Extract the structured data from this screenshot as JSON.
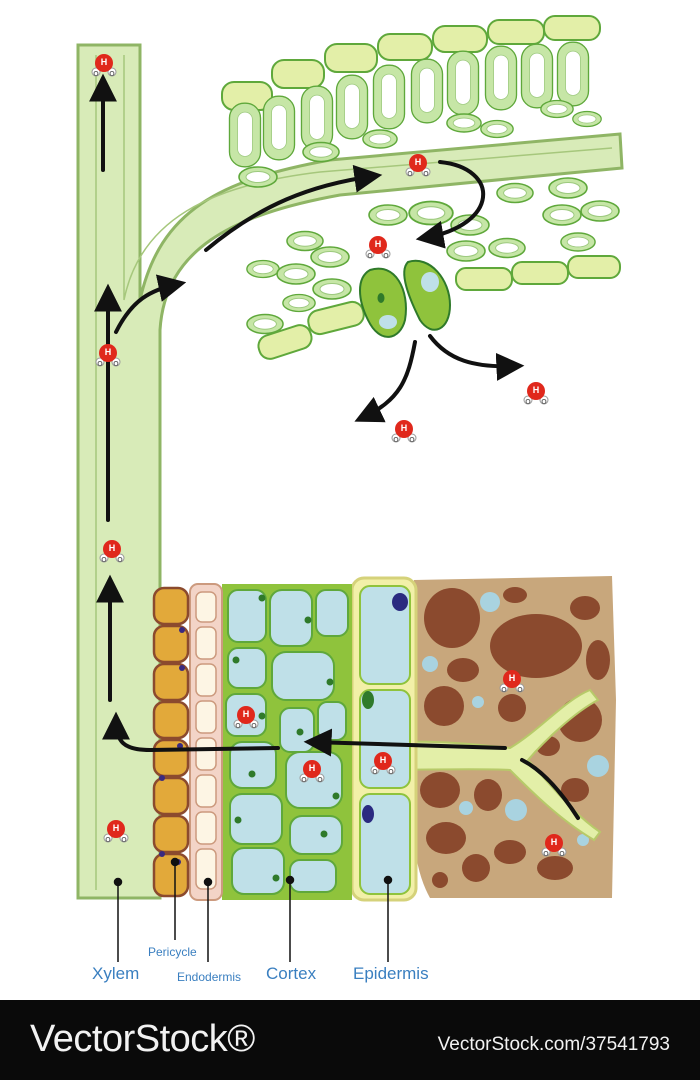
{
  "diagram": {
    "labels": {
      "xylem": "Xylem",
      "pericycle": "Pericycle",
      "endodermis": "Endodermis",
      "cortex": "Cortex",
      "epidermis": "Epidermis"
    },
    "molecule": {
      "center": "H",
      "sides": [
        "O",
        "O"
      ]
    },
    "colors": {
      "xylem_fill": "#d8ebb8",
      "xylem_wall": "#8fb565",
      "leaf_cell": "#c6e6a6",
      "cortex_cell": "#8fc33c",
      "cell_vacuole": "#bfe0e8",
      "pericycle_cell": "#e2a93a",
      "endodermis_cell": "#fdf5e4",
      "epidermis_cell": "#f2f0a8",
      "soil": "#c8a77c",
      "soil_particle": "#8b4a2e",
      "water_atom": "#e0281c",
      "arrow": "#111111"
    }
  },
  "watermark": {
    "brand": "VectorStock®",
    "id": "VectorStock.com/37541793"
  }
}
